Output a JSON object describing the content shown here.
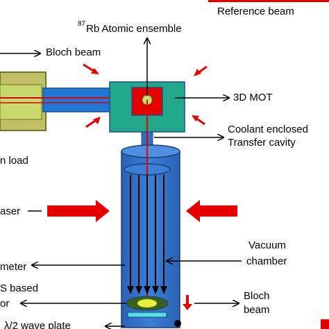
{
  "labels": {
    "reference_beam": "Reference beam",
    "atomic_ensemble_sup": "87",
    "atomic_ensemble": " Rb Atomic ensemble",
    "bloch_beam_top": "Bloch beam",
    "mot": "3D MOT",
    "coolant_line1": "Coolant enclosed",
    "coolant_line2": "Transfer cavity",
    "load": "n load",
    "laser": "aser",
    "vacuum_line1": "Vacuum",
    "vacuum_line2": "chamber",
    "meter": "meter",
    "sensor_line1": "S based",
    "sensor_line2": "or",
    "bloch_beam_bottom_line1": "Bloch",
    "bloch_beam_bottom_line2": "beam",
    "waveplate": "λ/2 wave plate"
  },
  "colors": {
    "cavity_box": "#b8b85a",
    "cavity_inner": "#c9d86e",
    "tube_blue": "#1a6fd1",
    "mot_green": "#21a789",
    "laser_red": "#e50000",
    "vacuum_blue": "#2f6fc2",
    "ensemble_yellow": "#e8ef3a",
    "waveplate_cyan": "#56e0e6"
  }
}
